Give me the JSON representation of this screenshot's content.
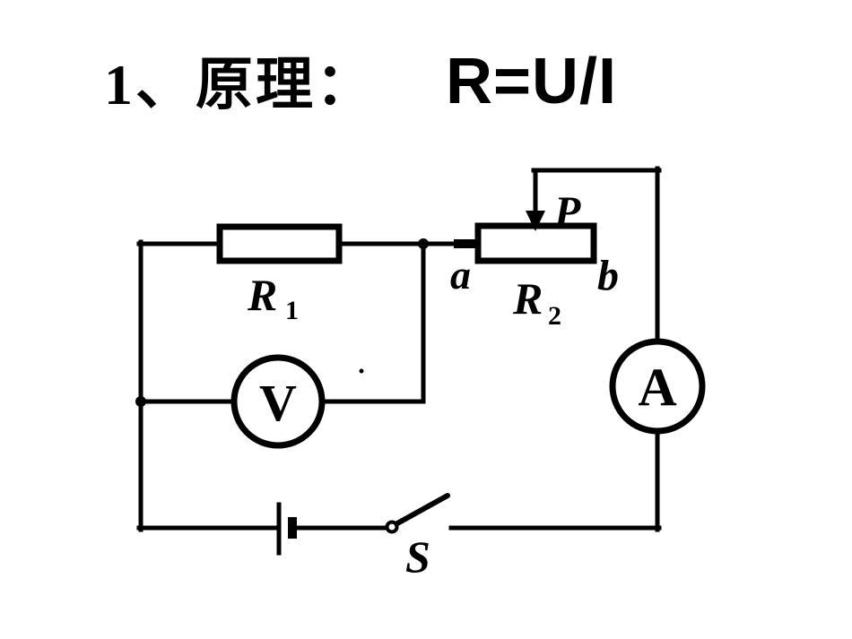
{
  "slide": {
    "title": "1、原理：",
    "formula": "R=U/I",
    "background_color": "#ffffff",
    "ink_color": "#000000"
  },
  "circuit": {
    "labels": {
      "r1_base": "R",
      "r1_sub": "1",
      "r2_base": "R",
      "r2_sub": "2",
      "slider": "P",
      "terminal_a": "a",
      "terminal_b": "b",
      "voltmeter": "V",
      "ammeter": "A",
      "switch": "S"
    }
  }
}
